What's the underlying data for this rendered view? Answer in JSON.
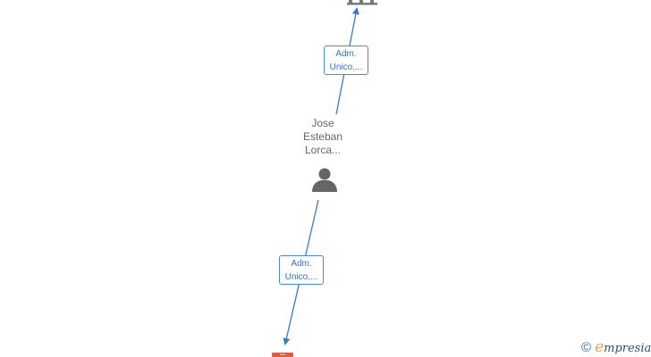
{
  "edges": [
    {
      "label_line1": "Adm.",
      "label_line2": "Unico,..."
    },
    {
      "label_line1": "Adm.",
      "label_line2": "Unico,..."
    }
  ],
  "person": {
    "name_lines": [
      "Jose",
      "Esteban",
      "Lorca..."
    ],
    "icon": "person-icon"
  },
  "companies": [
    {
      "icon": "building-icon",
      "color": "#777777"
    },
    {
      "icon": "building-icon",
      "color": "#e8593a"
    }
  ],
  "colors": {
    "edge": "#3a78d0",
    "label_text": "#3b6fb6",
    "label_border": "#4a8ad8",
    "node_text": "#666666",
    "person_icon": "#666666"
  },
  "watermark": {
    "copyright_symbol": "©",
    "brand_first_letter": "e",
    "brand_rest": "mpresia"
  }
}
